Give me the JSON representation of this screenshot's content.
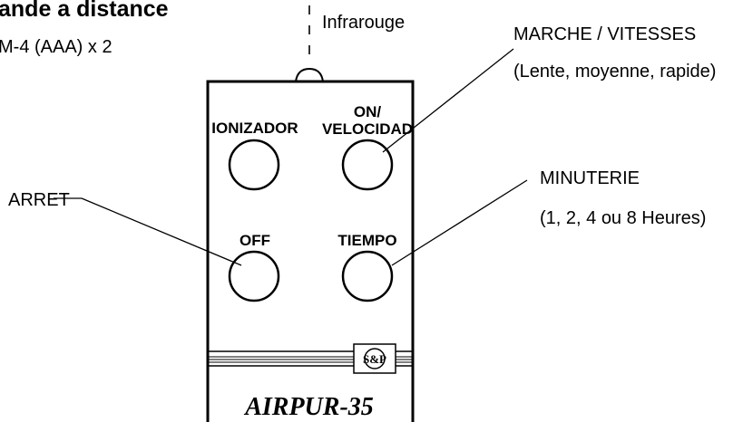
{
  "header": {
    "title": "ande a distance",
    "battery": "M-4 (AAA) x 2"
  },
  "remote": {
    "infrared_label": "Infrarouge",
    "model": "AIRPUR-35",
    "brand_logo": "S&P",
    "buttons": {
      "ionizador": "IONIZADOR",
      "on_line1": "ON/",
      "on_line2": "VELOCIDAD",
      "off": "OFF",
      "tiempo": "TIEMPO"
    }
  },
  "callouts": {
    "marche_line1": "MARCHE / VITESSES",
    "marche_line2": "(Lente, moyenne, rapide)",
    "arret": "ARRET",
    "minuterie_line1": "MINUTERIE",
    "minuterie_line2": "(1, 2, 4 ou 8 Heures)"
  }
}
